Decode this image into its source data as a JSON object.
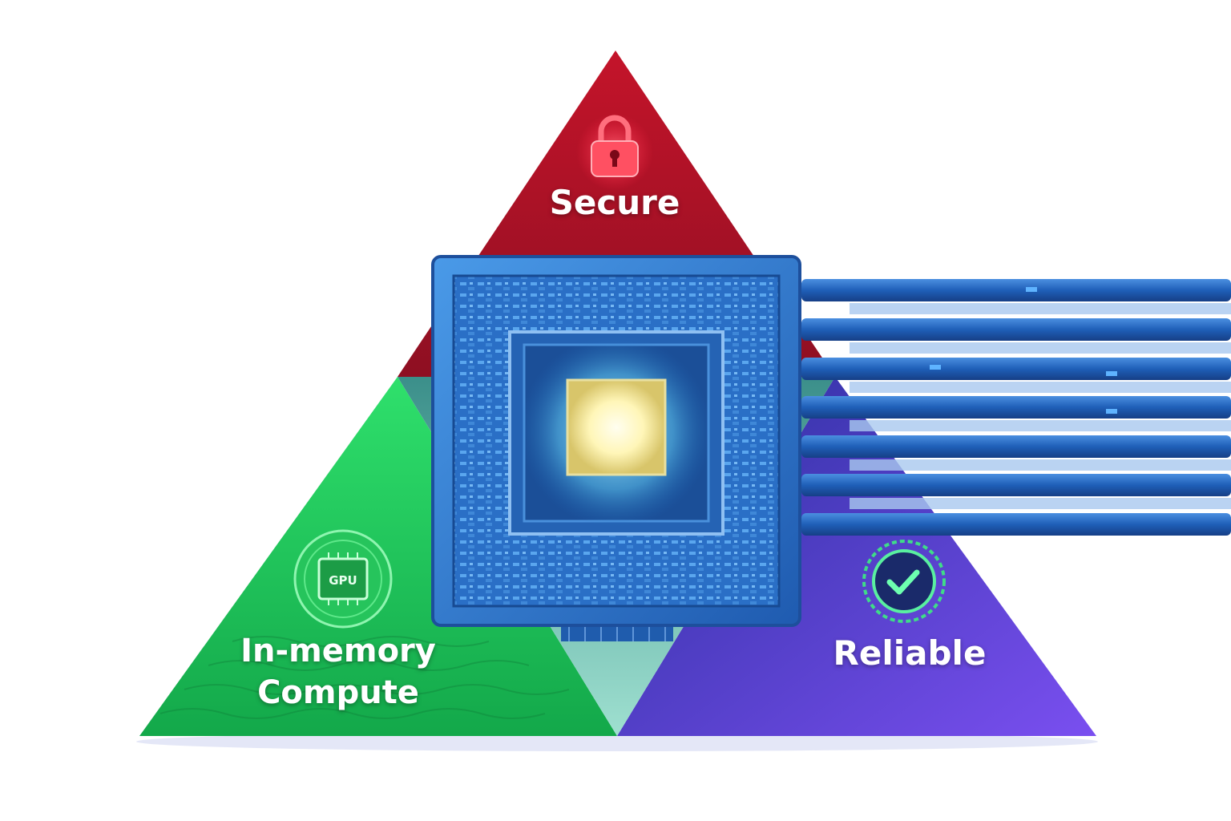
{
  "segments": {
    "secure": {
      "label": "Secure",
      "color": "#b01528",
      "icon": "padlock-icon"
    },
    "inmemory": {
      "label_line1": "In-memory",
      "label_line2": "Compute",
      "color": "#1fc45a",
      "icon": "gpu-chip-icon",
      "icon_text": "GPU"
    },
    "reliable": {
      "label": "Reliable",
      "color": "#5a3fd8",
      "icon": "checkmark-badge-icon"
    }
  },
  "center": {
    "icon": "processor-chip-icon",
    "color": "#2f7fd6"
  },
  "bus": {
    "icon": "data-bus-lines",
    "color": "#2a68c2"
  }
}
